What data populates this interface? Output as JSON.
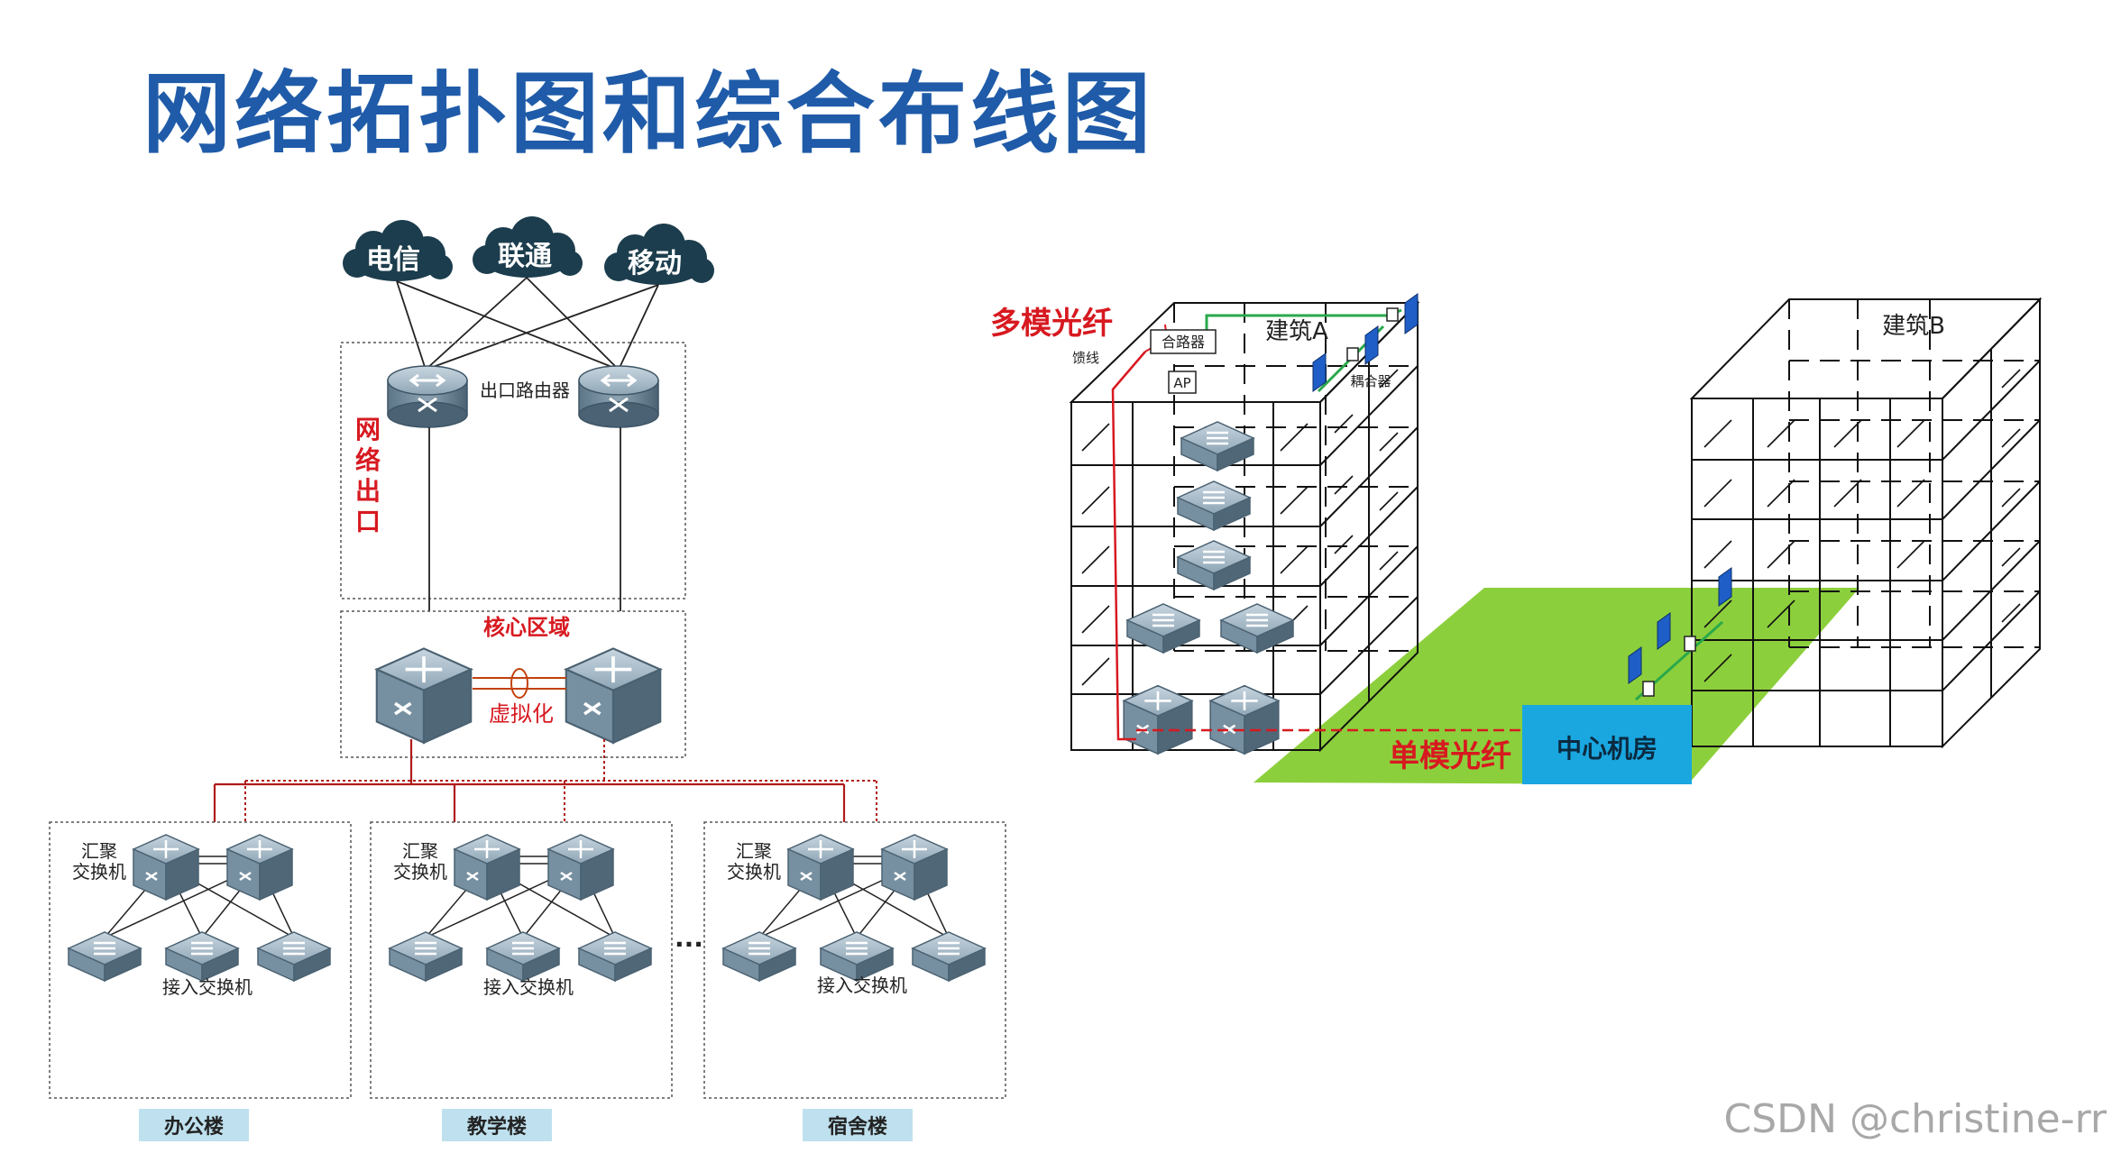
{
  "title": "网络拓扑图和综合布线图",
  "topology": {
    "isps": [
      "电信",
      "联通",
      "移动"
    ],
    "egress_router_label": "出口路由器",
    "egress_zone_label": [
      "网",
      "络",
      "出",
      "口"
    ],
    "core_zone_label": "核心区域",
    "virtualization_label": "虚拟化",
    "buildings": [
      {
        "agg_label_line1": "汇聚",
        "agg_label_line2": "交换机",
        "access_label": "接入交换机",
        "name": "办公楼"
      },
      {
        "agg_label_line1": "汇聚",
        "agg_label_line2": "交换机",
        "access_label": "接入交换机",
        "name": "教学楼"
      },
      {
        "agg_label_line1": "汇聚",
        "agg_label_line2": "交换机",
        "access_label": "接入交换机",
        "name": "宿舍楼"
      }
    ],
    "ellipsis": "..."
  },
  "cabling": {
    "multimode_fiber": "多模光纤",
    "singlemode_fiber": "单模光纤",
    "building_a": "建筑A",
    "building_b": "建筑B",
    "combiner": "合路器",
    "feeder": "馈线",
    "ap": "AP",
    "coupler": "耦合器",
    "data_center": "中心机房"
  },
  "watermark": "CSDN @christine-rr",
  "colors": {
    "title": "#1f5ba8",
    "red_label": "#d71920",
    "green_ground": "#8ccf3c",
    "data_center_fill": "#1aa7e0",
    "building_tag_fill": "#bfe0ee",
    "cloud": "#1c3d4d"
  }
}
